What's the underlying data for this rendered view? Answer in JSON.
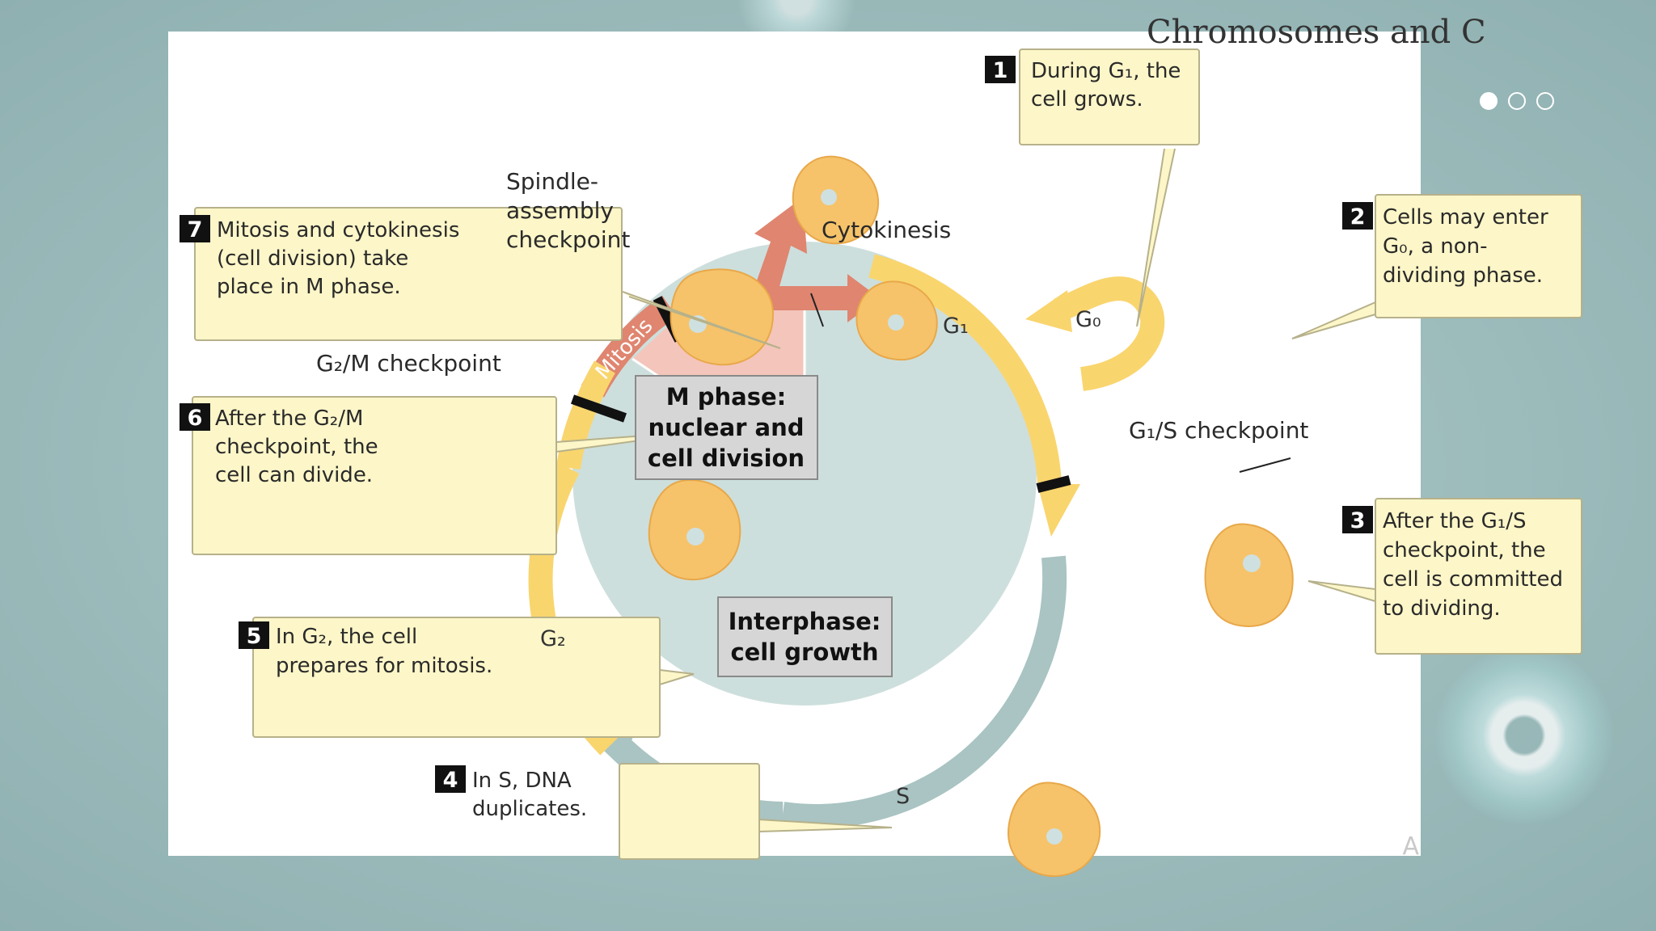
{
  "slide": {
    "title_fragment": "Chromosomes and C",
    "corner_text": "A"
  },
  "pager": {
    "pages": 3,
    "active": 1
  },
  "diagram": {
    "steps": [
      {
        "num": "1",
        "lines": [
          "During G₁, the",
          "cell grows."
        ]
      },
      {
        "num": "2",
        "lines": [
          "Cells may enter",
          "G₀, a non-",
          "dividing phase."
        ]
      },
      {
        "num": "3",
        "lines": [
          "After the G₁/S",
          "checkpoint, the",
          "cell is committed",
          "to dividing."
        ]
      },
      {
        "num": "4",
        "lines": [
          "In S, DNA",
          "duplicates."
        ]
      },
      {
        "num": "5",
        "lines": [
          "In G₂, the cell",
          "prepares for mitosis."
        ]
      },
      {
        "num": "6",
        "lines": [
          "After the G₂/M",
          "checkpoint, the",
          "cell can divide."
        ]
      },
      {
        "num": "7",
        "lines": [
          "Mitosis and cytokinesis",
          "(cell division) take",
          "place in M phase."
        ]
      }
    ],
    "labels": {
      "spindle_checkpoint": [
        "Spindle-",
        "assembly",
        "checkpoint"
      ],
      "cytokinesis": "Cytokinesis",
      "g2m_checkpoint": "G₂/M checkpoint",
      "g1s_checkpoint": "G₁/S checkpoint",
      "mitosis": "Mitosis"
    },
    "stages": {
      "g1": "G₁",
      "g0": "G₀",
      "g2": "G₂",
      "s": "S"
    },
    "phases": {
      "m_phase": [
        "M phase:",
        "nuclear and",
        "cell division"
      ],
      "interphase": [
        "Interphase:",
        "cell growth"
      ]
    },
    "colors": {
      "callout_fill": "#fdf6c8",
      "callout_border": "#b6b18a",
      "interphase_fill": "#cddfdc",
      "m_wedge": "#f4c5bb",
      "g_arrow": "#f9d56e",
      "s_arrow": "#a9c4c2",
      "mitosis_band": "#df8570",
      "cell": "#f6c36a",
      "nucleus": "#cfe0e0"
    }
  }
}
